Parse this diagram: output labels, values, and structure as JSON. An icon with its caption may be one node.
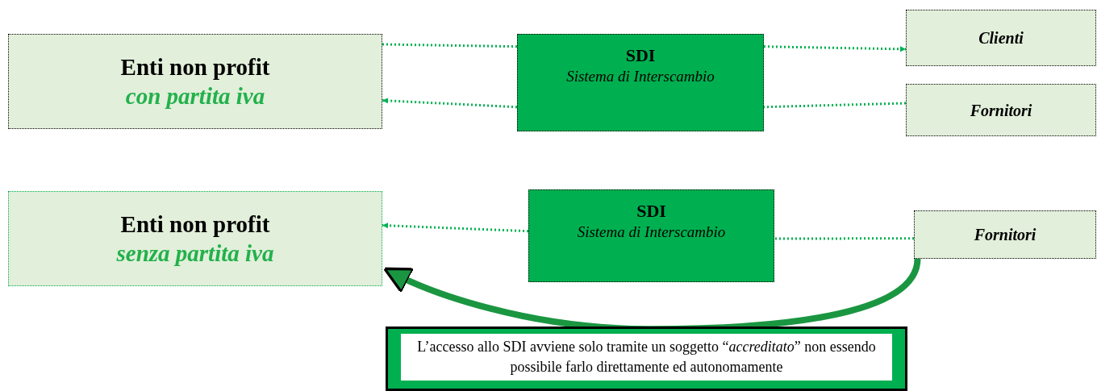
{
  "diagram": {
    "nodes": [
      {
        "text": [
          "Enti non profit",
          "con partita iva"
        ]
      },
      {
        "text": [
          "SDI",
          "Sistema di Interscambio"
        ]
      },
      {
        "text": [
          "Clienti"
        ]
      },
      {
        "text": [
          "Fornitori"
        ]
      },
      {
        "text": [
          "Enti non profit",
          "senza partita iva"
        ]
      },
      {
        "text": [
          "SDI",
          "Sistema di Interscambio"
        ]
      },
      {
        "text": [
          "Fornitori"
        ]
      },
      {
        "text": [
          "L’accesso allo SDI avviene solo tramite un soggetto “*accreditato*” non essendo possibile farlo direttamente ed autonomamente"
        ]
      }
    ],
    "edges": [
      {
        "from": 0,
        "to": 1,
        "arrow": "none",
        "style": "dashed"
      },
      {
        "from": 1,
        "to": 2,
        "arrow": "to",
        "style": "dashed"
      },
      {
        "from": 3,
        "to": 1,
        "arrow": "none",
        "style": "dashed"
      },
      {
        "from": 1,
        "to": 0,
        "arrow": "to",
        "style": "dashed"
      },
      {
        "from": 6,
        "to": 5,
        "arrow": "none",
        "style": "dashed"
      },
      {
        "from": 5,
        "to": 4,
        "arrow": "to",
        "style": "dashed"
      },
      {
        "from": 6,
        "to": 4,
        "arrow": "to",
        "style": "thick"
      }
    ]
  }
}
